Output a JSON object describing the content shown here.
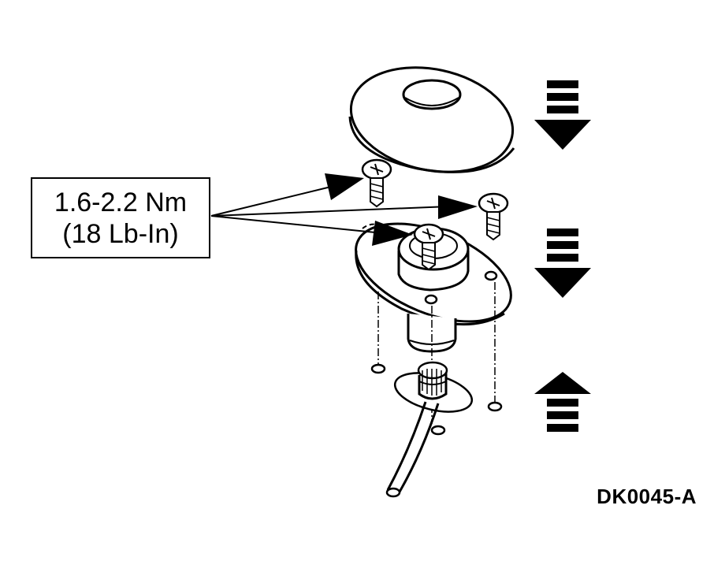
{
  "callout": {
    "line1": "1.6-2.2 Nm",
    "line2": "(18 Lb-In)"
  },
  "figure_id": "DK0045-A",
  "icons": {
    "arrow_down_top": "direction-down-arrow",
    "arrow_down_middle": "direction-down-arrow",
    "arrow_up_bottom": "direction-up-arrow"
  },
  "colors": {
    "ink": "#000000",
    "paper": "#ffffff"
  }
}
